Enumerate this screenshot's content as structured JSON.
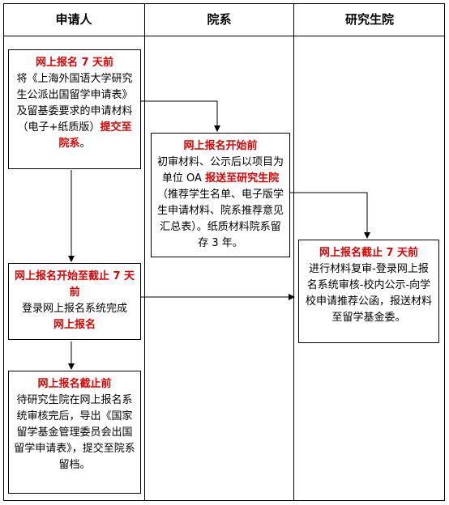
{
  "columns": [
    "申请人",
    "院系",
    "研究生院"
  ],
  "boxes": {
    "a1": {
      "title": "网上报名 7 天前",
      "body": "将《上海外国语大学研究生公派出国留学申请表》及留基委要求的申请材料（电子+纸质版）",
      "emph": "提交至院系",
      "end": "。"
    },
    "b1": {
      "title": "网上报名开始前",
      "body": "初审材料、公示后以项目为单位 OA ",
      "emph": "报送至研究生院",
      "end": "（推荐学生名单、电子版学生申请材料、院系推荐意见汇总表）。纸质材料院系留存 3 年。"
    },
    "a2": {
      "title": "网上报名开始至截止 7 天前",
      "body": "登录网上报名系统完成",
      "emph": "网上报名",
      "end": ""
    },
    "c1": {
      "title": "网上报名截止 7 天前",
      "body": "进行材料复审-登录网上报名系统审核-校内公示-向学校申请推荐公函，报送材料至留学基金委。"
    },
    "a3": {
      "title": "网上报名截止前",
      "body": "待研究生院在网上报名系统审核完后，导出《国家留学基金管理委员会出国留学申请表》，提交至院系留档。"
    }
  }
}
